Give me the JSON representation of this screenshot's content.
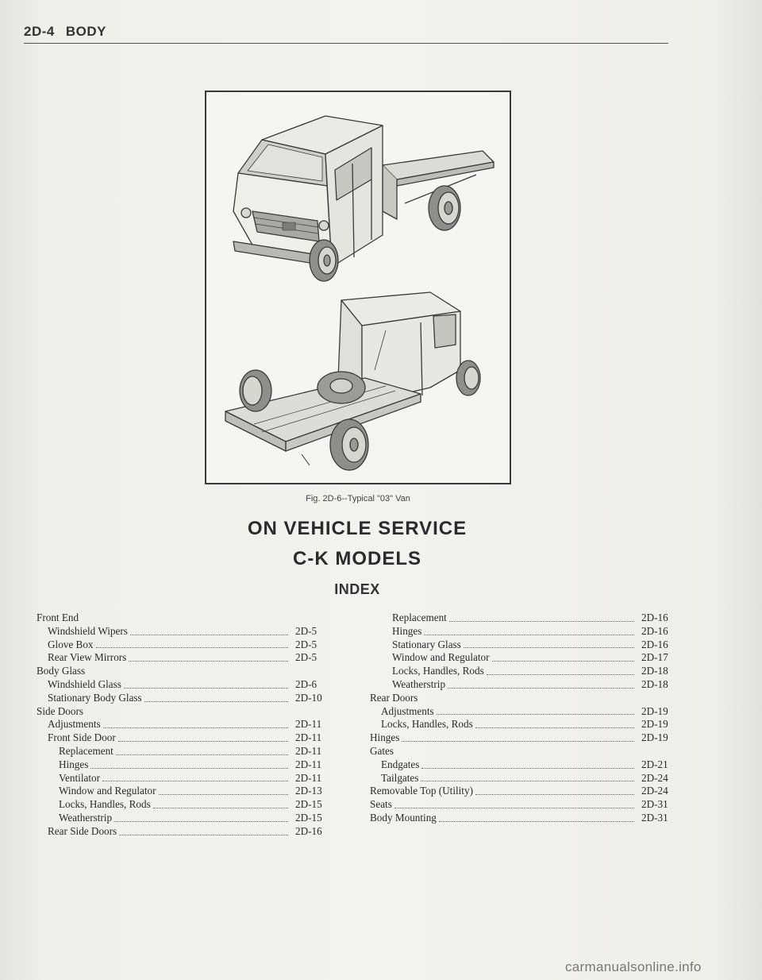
{
  "header": {
    "page_number": "2D-4",
    "section": "BODY"
  },
  "figure": {
    "caption": "Fig. 2D-6--Typical \"03\" Van"
  },
  "titles": {
    "line1": "ON VEHICLE SERVICE",
    "line2": "C-K MODELS",
    "line3": "INDEX"
  },
  "index_left": [
    {
      "label": "Front End",
      "page": "",
      "level": 1,
      "head": true
    },
    {
      "label": "Windshield Wipers",
      "page": "2D-5",
      "level": 2
    },
    {
      "label": "Glove Box",
      "page": "2D-5",
      "level": 2
    },
    {
      "label": "Rear View Mirrors",
      "page": "2D-5",
      "level": 2
    },
    {
      "label": "Body Glass",
      "page": "",
      "level": 1,
      "head": true
    },
    {
      "label": "Windshield Glass",
      "page": "2D-6",
      "level": 2
    },
    {
      "label": "Stationary Body Glass",
      "page": "2D-10",
      "level": 2
    },
    {
      "label": "Side Doors",
      "page": "",
      "level": 1,
      "head": true
    },
    {
      "label": "Adjustments",
      "page": "2D-11",
      "level": 2
    },
    {
      "label": "Front Side Door",
      "page": "2D-11",
      "level": 2
    },
    {
      "label": "Replacement",
      "page": "2D-11",
      "level": 3
    },
    {
      "label": "Hinges",
      "page": "2D-11",
      "level": 3
    },
    {
      "label": "Ventilator",
      "page": "2D-11",
      "level": 3
    },
    {
      "label": "Window and Regulator",
      "page": "2D-13",
      "level": 3
    },
    {
      "label": "Locks, Handles, Rods",
      "page": "2D-15",
      "level": 3
    },
    {
      "label": "Weatherstrip",
      "page": "2D-15",
      "level": 3
    },
    {
      "label": "Rear Side Doors",
      "page": "2D-16",
      "level": 2
    }
  ],
  "index_right": [
    {
      "label": "Replacement",
      "page": "2D-16",
      "level": 3
    },
    {
      "label": "Hinges",
      "page": "2D-16",
      "level": 3
    },
    {
      "label": "Stationary Glass",
      "page": "2D-16",
      "level": 3
    },
    {
      "label": "Window and Regulator",
      "page": "2D-17",
      "level": 3
    },
    {
      "label": "Locks, Handles, Rods",
      "page": "2D-18",
      "level": 3
    },
    {
      "label": "Weatherstrip",
      "page": "2D-18",
      "level": 3
    },
    {
      "label": "Rear Doors",
      "page": "",
      "level": 1,
      "head": true
    },
    {
      "label": "Adjustments",
      "page": "2D-19",
      "level": 2
    },
    {
      "label": "Locks, Handles, Rods",
      "page": "2D-19",
      "level": 2
    },
    {
      "label": "Hinges",
      "page": "2D-19",
      "level": 1
    },
    {
      "label": "Gates",
      "page": "",
      "level": 1,
      "head": true
    },
    {
      "label": "Endgates",
      "page": "2D-21",
      "level": 2
    },
    {
      "label": "Tailgates",
      "page": "2D-24",
      "level": 2
    },
    {
      "label": "Removable Top (Utility)",
      "page": "2D-24",
      "level": 1
    },
    {
      "label": "Seats",
      "page": "2D-31",
      "level": 1
    },
    {
      "label": "Body Mounting",
      "page": "2D-31",
      "level": 1
    }
  ],
  "watermark": "carmanualsonline.info"
}
